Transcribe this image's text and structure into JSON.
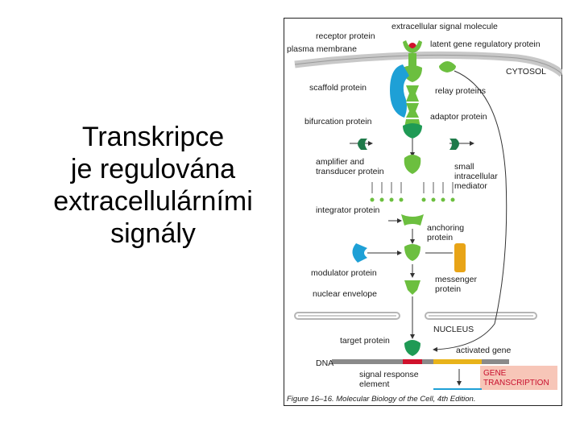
{
  "slide": {
    "title_lines": [
      "Transkripce",
      "je regulována",
      "extracellulárními",
      "signály"
    ]
  },
  "figure": {
    "labels": {
      "extracellular_signal_molecule": "extracellular signal molecule",
      "receptor_protein": "receptor protein",
      "latent_gene_regulatory_protein": "latent gene regulatory protein",
      "plasma_membrane": "plasma membrane",
      "cytosol": "CYTOSOL",
      "scaffold_protein": "scaffold protein",
      "relay_proteins": "relay proteins",
      "adaptor_protein": "adaptor protein",
      "bifurcation_protein": "bifurcation protein",
      "amplifier_line1": "amplifier and",
      "amplifier_line2": "transducer protein",
      "small_line1": "small",
      "small_line2": "intracellular",
      "small_line3": "mediator",
      "integrator_protein": "integrator protein",
      "anchoring_line1": "anchoring",
      "anchoring_line2": "protein",
      "modulator_protein": "modulator protein",
      "messenger_line1": "messenger",
      "messenger_line2": "protein",
      "nuclear_envelope": "nuclear envelope",
      "nucleus": "NUCLEUS",
      "target_protein": "target protein",
      "activated_gene": "activated gene",
      "dna": "DNA",
      "signal_response_line1": "signal response",
      "signal_response_line2": "element",
      "gene_line1": "GENE",
      "gene_line2": "TRANSCRIPTION"
    },
    "caption": "Figure 16–16. Molecular Biology of the Cell, 4th Edition.",
    "colors": {
      "protein_green": "#6cbf3f",
      "dark_green": "#1f7a4a",
      "scaffold_blue": "#1ea0d6",
      "signal_red": "#d0122c",
      "membrane_gray": "#b5b5b5",
      "dna_gray": "#8a8a8a",
      "gene_yellow": "#e8b31a",
      "transcription_box": "#f7c6b8",
      "anchoring_orange": "#e8a417"
    }
  }
}
